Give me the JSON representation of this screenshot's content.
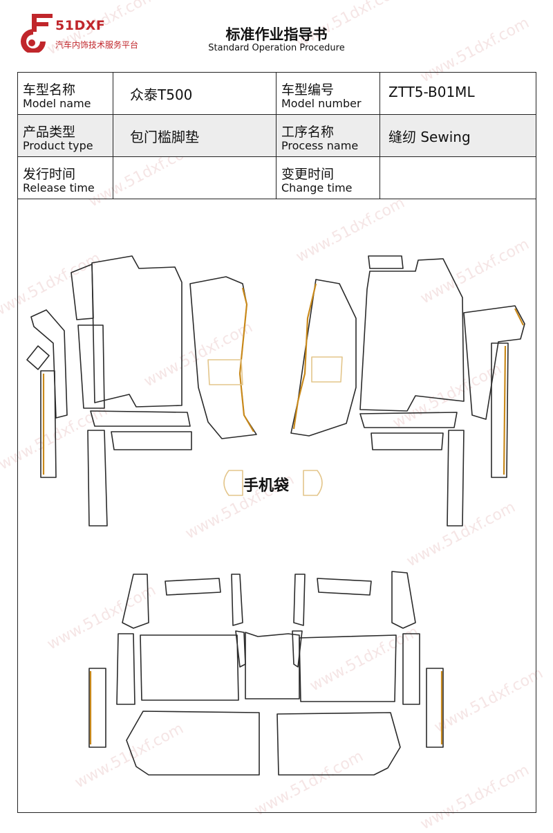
{
  "brand": {
    "name": "51DXF",
    "tagline": "汽车内饰技术服务平台",
    "color": "#c0262b"
  },
  "document": {
    "title": "标准作业指导书",
    "subtitle": "Standard Operation Procedure"
  },
  "info_table": {
    "model_name": {
      "label_zh": "车型名称",
      "label_en": "Model name",
      "value": "众泰T500"
    },
    "model_number": {
      "label_zh": "车型编号",
      "label_en": "Model number",
      "value": "ZTT5-B01ML"
    },
    "product_type": {
      "label_zh": "产品类型",
      "label_en": "Product type",
      "value": "包门槛脚垫"
    },
    "process_name": {
      "label_zh": "工序名称",
      "label_en": "Process name",
      "value": "缝纫 Sewing"
    },
    "release_time": {
      "label_zh": "发行时间",
      "label_en": "Release time",
      "value": ""
    },
    "change_time": {
      "label_zh": "变更时间",
      "label_en": "Change time",
      "value": ""
    }
  },
  "diagram": {
    "pocket_label": "手机袋",
    "outline_color": "#2a2a2a",
    "highlight_color": "#c9891a"
  },
  "watermark": "www.51dxf.com"
}
